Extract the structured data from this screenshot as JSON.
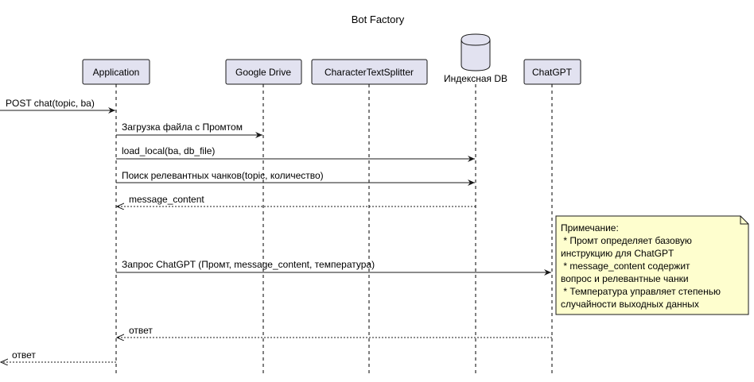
{
  "title": "Bot Factory",
  "participants": {
    "application": "Application",
    "google_drive": "Google Drive",
    "splitter": "CharacterTextSplitter",
    "index_db": "Индексная DB",
    "chatgpt": "ChatGPT"
  },
  "messages": {
    "m1": "POST chat(topic, ba)",
    "m2": "Загрузка файла с Промтом",
    "m3": "load_local(ba, db_file)",
    "m4": "Поиск релевантных чанков(topic, количество)",
    "m5": "message_content",
    "m6": "Запрос ChatGPT (Промт, message_content, температура)",
    "m7": "ответ",
    "m8": "ответ"
  },
  "note": {
    "line1": "Примечание:",
    "line2": " * Промт определяет базовую",
    "line3": "инструкцию для ChatGPT",
    "line4": " * message_content содержит",
    "line5": "вопрос и релевантные чанки",
    "line6": " * Температура управляет степенью",
    "line7": "случайности выходных данных"
  }
}
